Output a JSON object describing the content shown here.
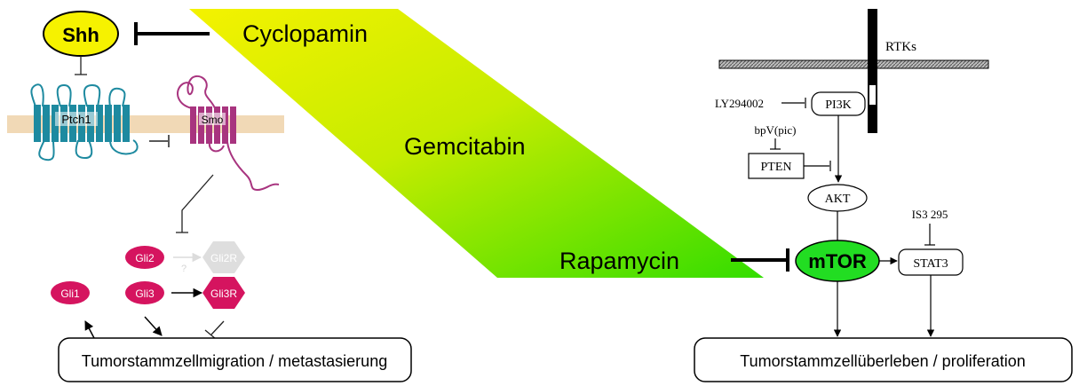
{
  "left": {
    "shh": "Shh",
    "ptch1": "Ptch1",
    "smo": "Smo",
    "gli2": "Gli2",
    "gli2r": "Gli2R",
    "question": "?",
    "gli3": "Gli3",
    "gli3r": "Gli3R",
    "gli1": "Gli1",
    "outcome": "Tumorstammzellmigration / metastasierung"
  },
  "drugs": {
    "cyclopamin": "Cyclopamin",
    "gemcitabin": "Gemcitabin",
    "rapamycin": "Rapamycin"
  },
  "right": {
    "rtks": "RTKs",
    "ly": "LY294002",
    "pi3k": "PI3K",
    "bpv": "bpV(pic)",
    "pten": "PTEN",
    "akt": "AKT",
    "is3": "IS3 295",
    "mtor": "mTOR",
    "stat3": "STAT3",
    "outcome": "Tumorstammzellüberleben / proliferation"
  },
  "colors": {
    "shh_fill": "#f6f200",
    "gradient_start": "#f4f200",
    "gradient_end": "#33dd00",
    "ptch1": "#1e8aa0",
    "smo": "#a8347f",
    "membrane": "#f1d9b6",
    "gli": "#d5145f",
    "gli_inactive": "#dedede",
    "mtor_fill": "#22dd22",
    "rtk_band": "#999999"
  }
}
